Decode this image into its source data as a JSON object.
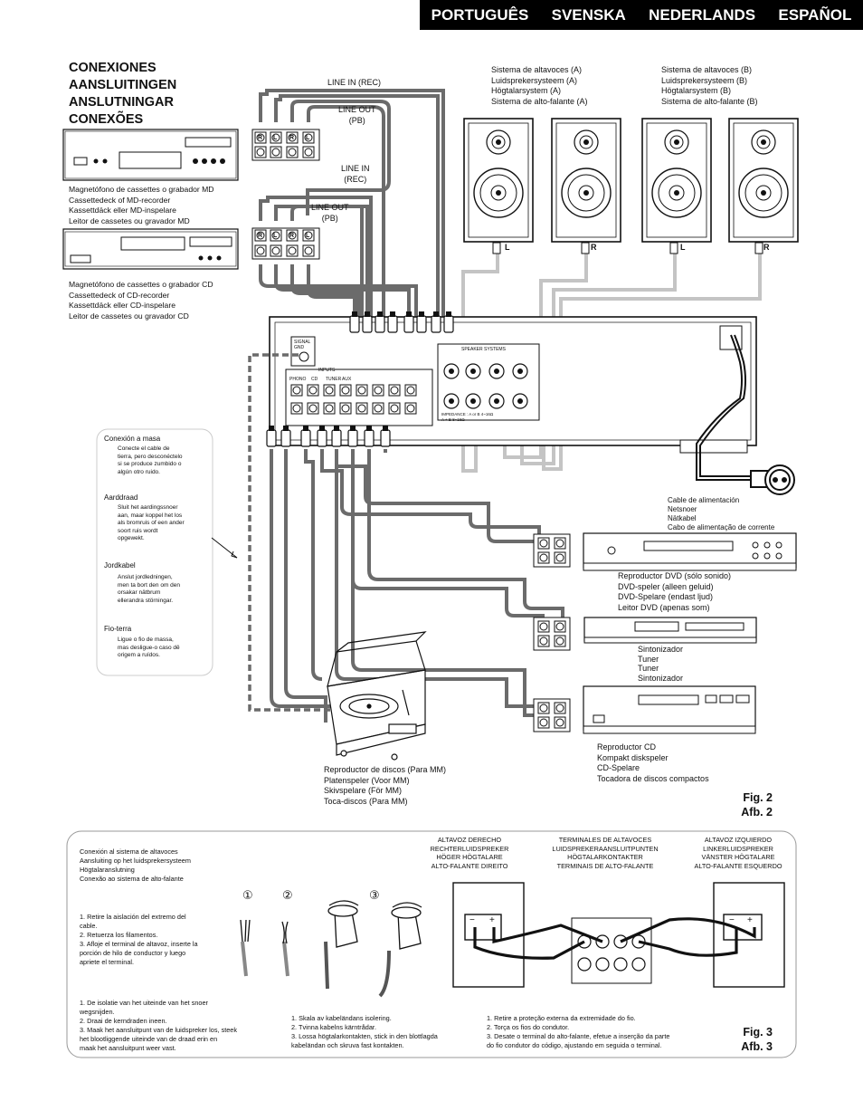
{
  "languages": [
    "PORTUGUÊS",
    "SVENSKA",
    "NEDERLANDS",
    "ESPAÑOL"
  ],
  "heading": [
    "CONEXIONES",
    "AANSLUITINGEN",
    "ANSLUTNINGAR",
    "CONEXÕES"
  ],
  "device_md": "Magnetófono de cassettes o grabador MD\nCassettedeck of MD-recorder\nKassettdäck eller MD-inspelare\nLeitor de cassetes ou gravador MD",
  "device_cd_rec": "Magnetófono de cassettes o grabador CD\nCassettedeck of CD-recorder\nKassettdäck eller CD-inspelare\nLeitor de cassetes ou gravador CD",
  "line_in_rec_1": "LINE IN (REC)",
  "line_out_pb_1": "LINE OUT\n(PB)",
  "line_in_rec_2": "LINE IN\n(REC)",
  "line_out_pb_2": "LINE OUT\n(PB)",
  "speakers_a": "Sistema de altavoces (A)\nLuidsprekersysteem (A)\nHögtalarsystem (A)\nSistema de alto-falante (A)",
  "speakers_b": "Sistema de altavoces (B)\nLuidsprekersysteem (B)\nHögtalarsystem (B)\nSistema de alto-falante (B)",
  "speaker_l": "L",
  "speaker_r": "R",
  "ground_title_es": "Conexión a masa",
  "ground_body_es": "Conecte el cable de\ntierra, pero desconéctelo\nsi se produce zumbido o\nalgún otro ruido.",
  "ground_title_nl": "Aarddraad",
  "ground_body_nl": "Sluit het aardingssnoer\naan, maar koppel het los\nals bromruis of een ander\nsoort ruis wordt\nopgewekt.",
  "ground_title_sv": "Jordkabel",
  "ground_body_sv": "Anslut jordledningen,\nmen ta bort den om den\norsakar nätbrum\nellerandra störningar.",
  "ground_title_pt": "Fio-terra",
  "ground_body_pt": "Ligue o fio de massa,\nmas desligue-o caso dê\norigem a ruídos.",
  "power_cable": "Cable de alimentación\nNetsnoer\nNätkabel\nCabo de alimentação de corrente",
  "dvd": "Reproductor DVD (sólo sonido)\nDVD-speler (alleen geluid)\nDVD-Spelare (endast ljud)\nLeitor DVD (apenas som)",
  "tuner": "Sintonizador\nTuner\nTuner\nSintonizador",
  "cd": "Reproductor CD\nKompakt diskspeler\nCD-Spelare\nTocadora de discos compactos",
  "turntable": "Reproductor de discos (Para MM)\nPlatenspeler (Voor MM)\nSkivspelare (För MM)\nToca-discos (Para MM)",
  "fig2": "Fig. 2\nAfb. 2",
  "fig3": "Fig. 3\nAfb. 3",
  "panel_labels": {
    "signal_gnd": "SIGNAL\nGND",
    "inputs": "INPUTS",
    "phono": "PHONO",
    "cd": "CD",
    "tuner": "TUNER",
    "aux": "AUX",
    "speaker_systems": "SPEAKER SYSTEMS",
    "impedance": "IMPEDANCE : A or B  4~16Ω\nA + B  8~16Ω"
  },
  "jack_r": "R",
  "jack_l": "L",
  "speaker_conn_title": "Conexión al sistema de altavoces\nAansluiting op het luidsprekersysteem\nHögtalaranslutning\nConexão ao sistema de alto-falante",
  "steps_es": "1. Retire la aislación del extremo del\n    cable.\n2. Retuerza los filamentos.\n3. Afloje el terminal de altavoz, inserte la\n    porción de hilo de conductor y luego\n    apriete el terminal.",
  "steps_nl": "1. De isolatie van het uiteinde van het snoer\n    wegsnijden.\n2. Draai de kerndraden ineen.\n3. Maak het aansluitpunt van de luidspreker los, steek\n    het blootliggende uiteinde van de draad erin en\n    maak het aansluitpunt weer vast.",
  "steps_sv": "1. Skala av kabeländans isolering.\n2. Tvinna kabelns kärntrådar.\n3. Lossa högtalarkontakten, stick in den blottlagda\n    kabeländan och skruva fast kontakten.",
  "steps_pt": "1. Retire a proteção externa da extremidade do fio.\n2. Torça os fios do condutor.\n3. Desate o terminal do alto-falante, efetue a inserção da parte\n    do fio condutor do código, ajustando em seguida o terminal.",
  "step_nums": [
    "①",
    "②",
    "③"
  ],
  "right_speaker": "ALTAVOZ DERECHO\nRECHTERLUIDSPREKER\nHÖGER HÖGTALARE\nALTO-FALANTE DIREITO",
  "terminals": "TERMINALES DE ALTAVOCES\nLUIDSPREKERAANSLUITPUNTEN\nHÖGTALARKONTAKTER\nTERMINAIS DE ALTO-FALANTE",
  "left_speaker": "ALTAVOZ IZQUIERDO\nLINKERLUIDSPREKER\nVÄNSTER HÖGTALARE\nALTO-FALANTE ESQUERDO",
  "minus": "−",
  "plus": "+",
  "colors": {
    "cable_dark": "#6b6b6b",
    "cable_light": "#c4c4c4",
    "ink": "#111111"
  }
}
